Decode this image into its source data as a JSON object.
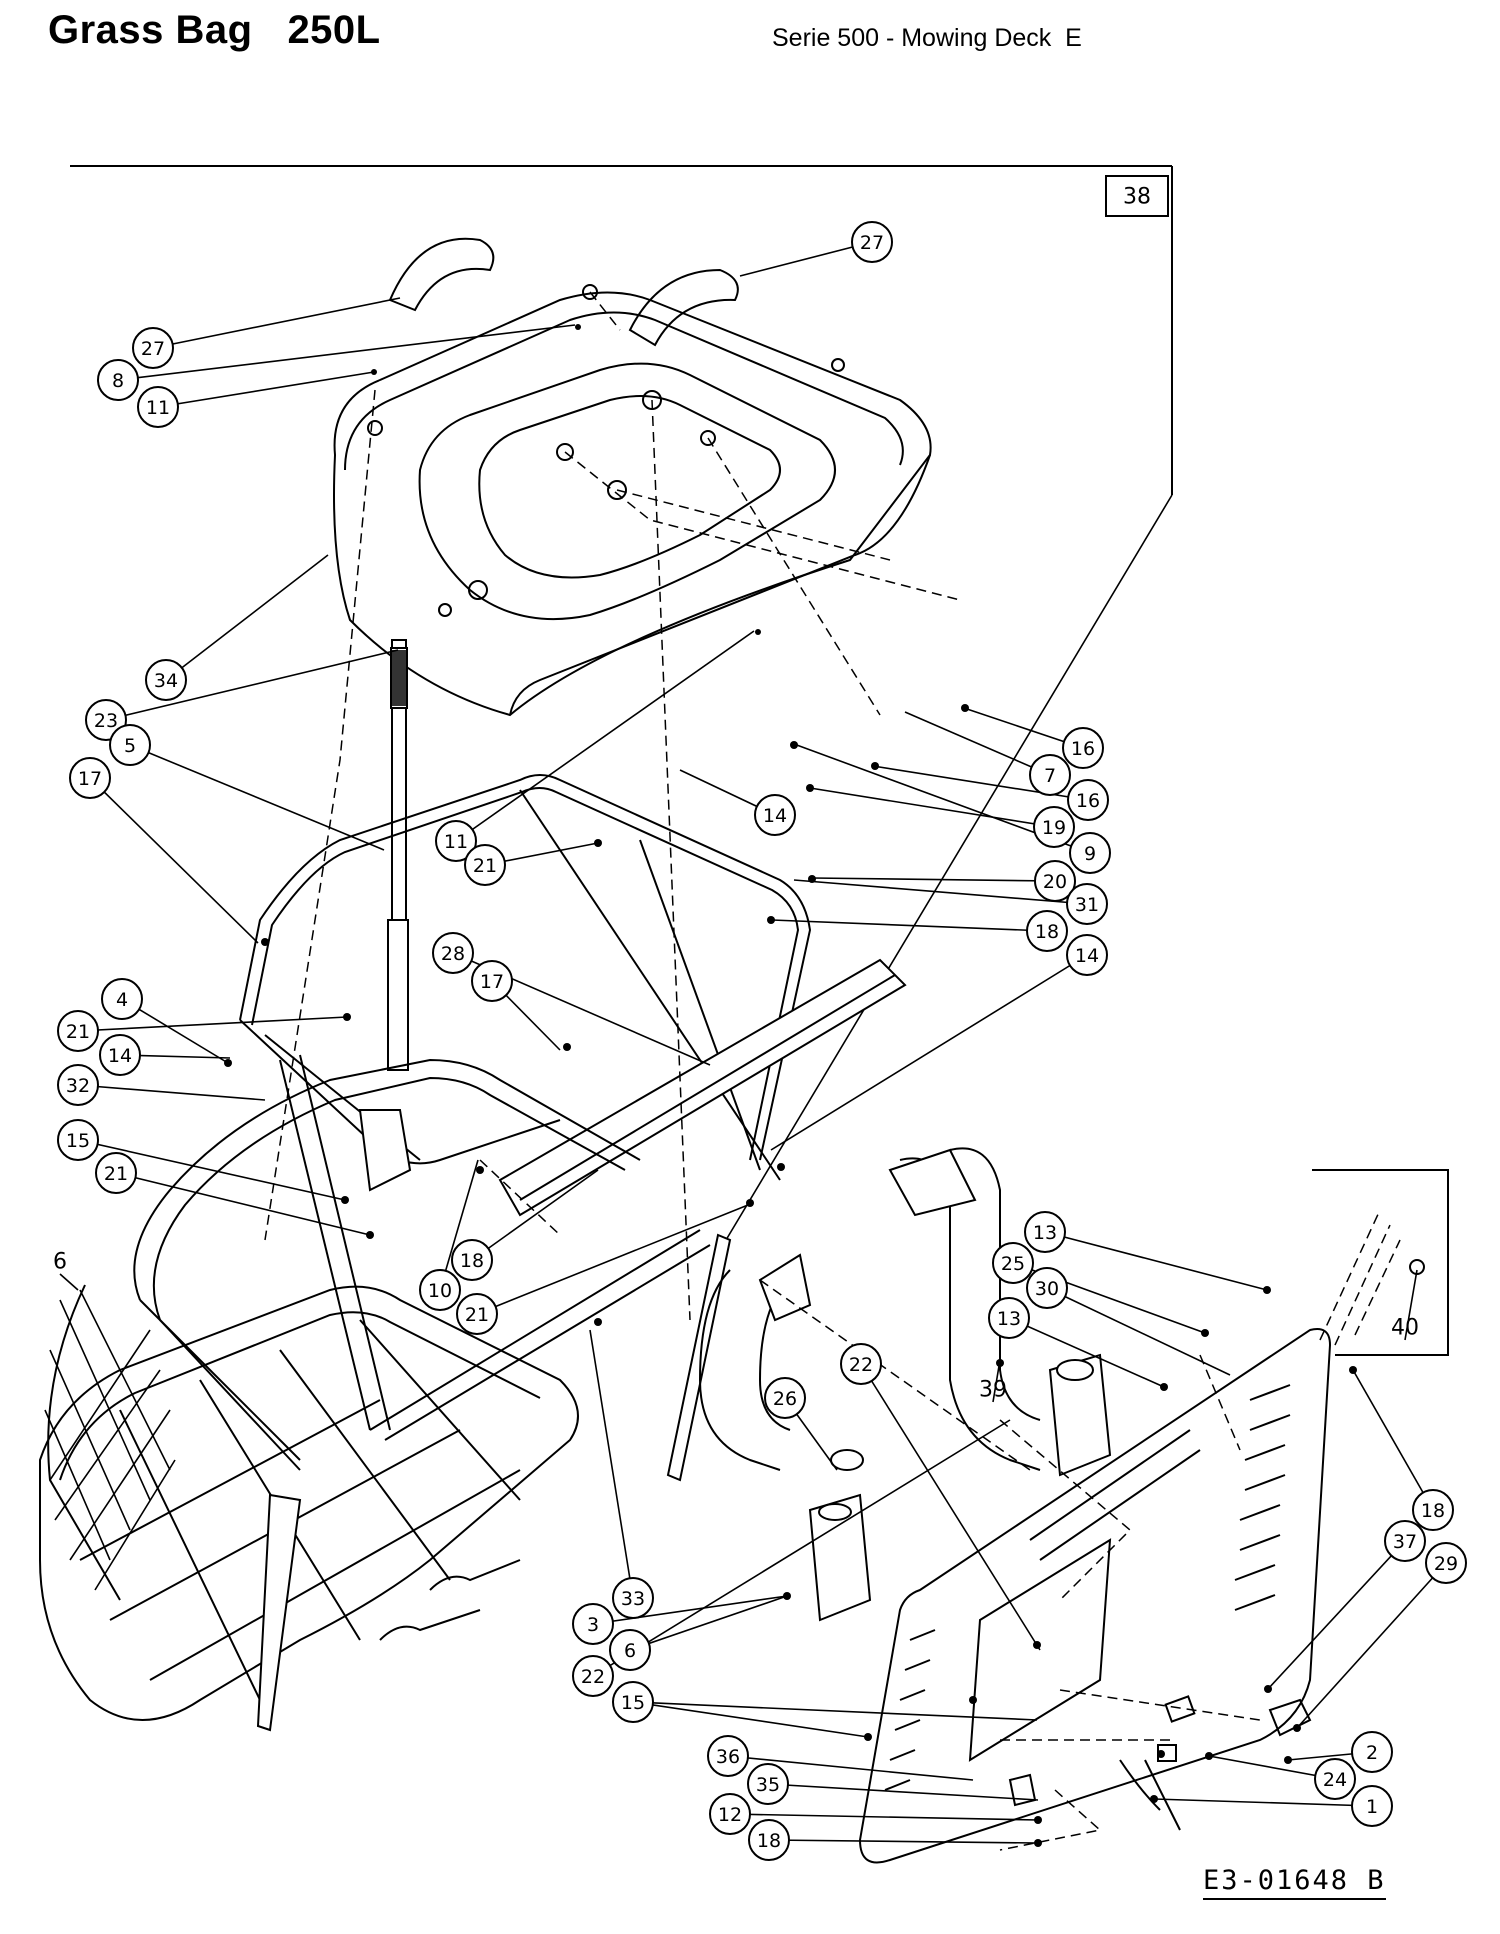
{
  "header": {
    "title": "Grass Bag   250L",
    "subtitle": "Serie 500 - Mowing Deck  E"
  },
  "diagram": {
    "boxed_label": "38",
    "drawing_code": "E3-01648 B",
    "callouts": [
      {
        "label": "27"
      },
      {
        "label": "27"
      },
      {
        "label": "8"
      },
      {
        "label": "11"
      },
      {
        "label": "34"
      },
      {
        "label": "23"
      },
      {
        "label": "5"
      },
      {
        "label": "17"
      },
      {
        "label": "16"
      },
      {
        "label": "7"
      },
      {
        "label": "16"
      },
      {
        "label": "14"
      },
      {
        "label": "11"
      },
      {
        "label": "21"
      },
      {
        "label": "19"
      },
      {
        "label": "9"
      },
      {
        "label": "20"
      },
      {
        "label": "31"
      },
      {
        "label": "18"
      },
      {
        "label": "14"
      },
      {
        "label": "28"
      },
      {
        "label": "17"
      },
      {
        "label": "4"
      },
      {
        "label": "21"
      },
      {
        "label": "14"
      },
      {
        "label": "32"
      },
      {
        "label": "15"
      },
      {
        "label": "21"
      },
      {
        "label": "18"
      },
      {
        "label": "10"
      },
      {
        "label": "21"
      },
      {
        "label": "13"
      },
      {
        "label": "25"
      },
      {
        "label": "30"
      },
      {
        "label": "13"
      },
      {
        "label": "22"
      },
      {
        "label": "26"
      },
      {
        "label": "18"
      },
      {
        "label": "37"
      },
      {
        "label": "29"
      },
      {
        "label": "33"
      },
      {
        "label": "3"
      },
      {
        "label": "6"
      },
      {
        "label": "22"
      },
      {
        "label": "15"
      },
      {
        "label": "36"
      },
      {
        "label": "35"
      },
      {
        "label": "12"
      },
      {
        "label": "18"
      },
      {
        "label": "2"
      },
      {
        "label": "24"
      },
      {
        "label": "1"
      }
    ],
    "plain_labels": [
      {
        "label": "6"
      },
      {
        "label": "39"
      },
      {
        "label": "40"
      }
    ]
  }
}
